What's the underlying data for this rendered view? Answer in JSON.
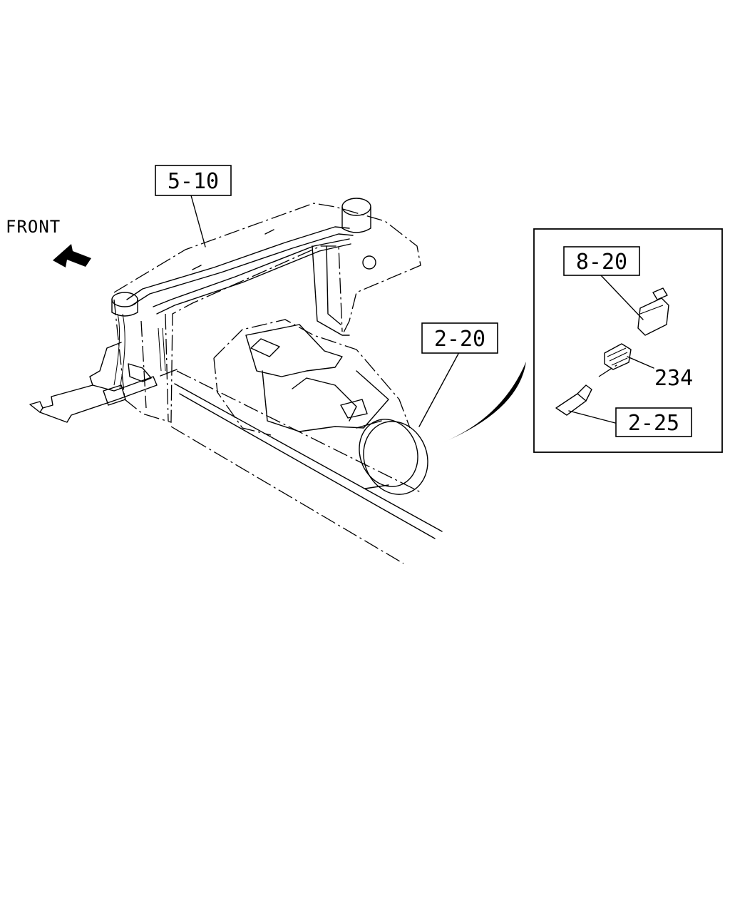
{
  "orientation": {
    "label": "FRONT"
  },
  "callouts": {
    "brake_lines": "5-10",
    "transmission": "2-20",
    "sensor_bracket": "8-20",
    "speed_sensor": "234",
    "sensor_cable": "2-25"
  }
}
